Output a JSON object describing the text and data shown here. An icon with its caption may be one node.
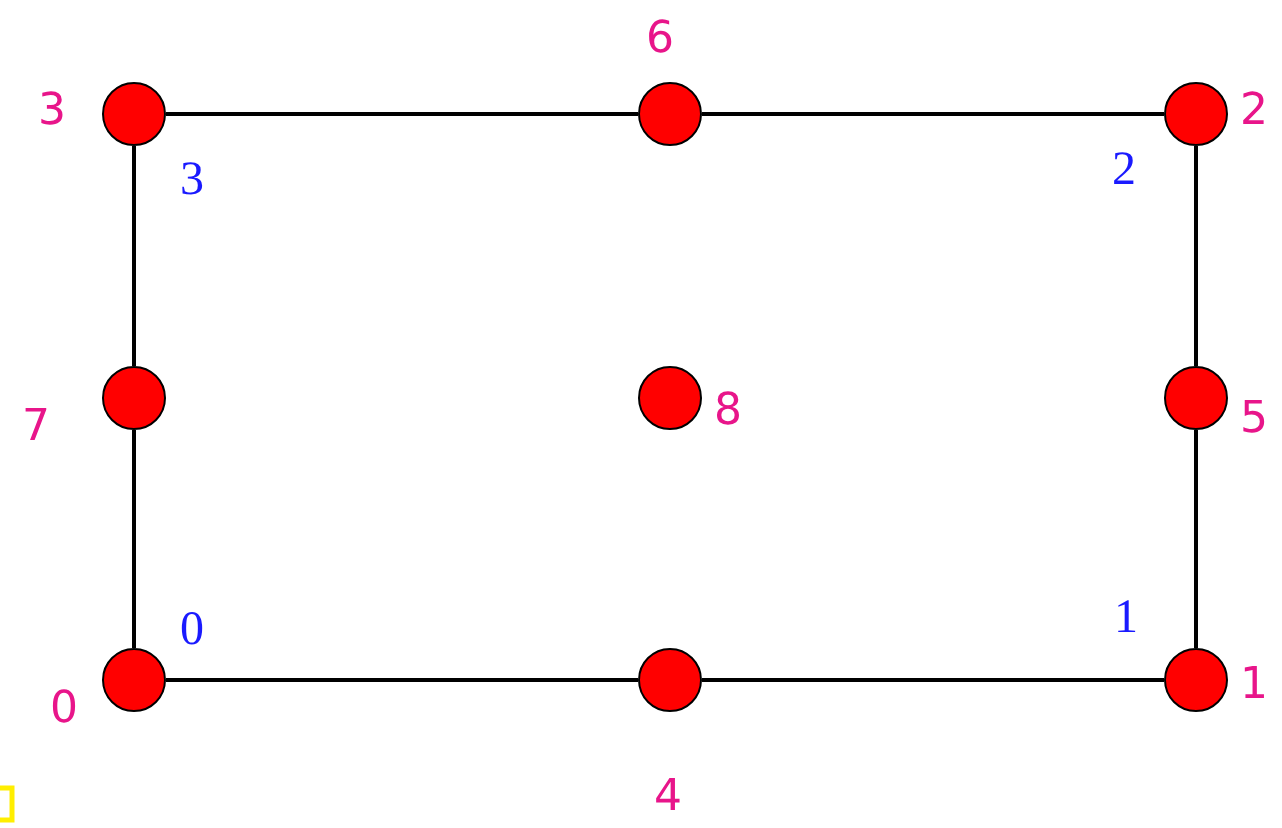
{
  "diagram": {
    "nodes": [
      {
        "text": [],
        "shape": "circle",
        "beside": [
          "3"
        ]
      },
      {
        "text": [],
        "shape": "circle",
        "beside": [
          "6"
        ]
      },
      {
        "text": [],
        "shape": "circle",
        "beside": [
          "2"
        ]
      },
      {
        "text": [],
        "shape": "circle",
        "beside": [
          "7"
        ]
      },
      {
        "text": [],
        "shape": "circle",
        "beside": [
          "8"
        ]
      },
      {
        "text": [],
        "shape": "circle",
        "beside": [
          "5"
        ]
      },
      {
        "text": [],
        "shape": "circle",
        "beside": [
          "0"
        ]
      },
      {
        "text": [],
        "shape": "circle",
        "beside": [
          "4"
        ]
      },
      {
        "text": [],
        "shape": "circle",
        "beside": [
          "1"
        ]
      }
    ],
    "edges": [
      {
        "from": 0,
        "to": 1,
        "arrow": "none"
      },
      {
        "from": 1,
        "to": 2,
        "arrow": "none"
      },
      {
        "from": 2,
        "to": 5,
        "arrow": "none"
      },
      {
        "from": 5,
        "to": 8,
        "arrow": "none"
      },
      {
        "from": 8,
        "to": 7,
        "arrow": "none"
      },
      {
        "from": 7,
        "to": 6,
        "arrow": "none"
      },
      {
        "from": 6,
        "to": 3,
        "arrow": "none"
      },
      {
        "from": 3,
        "to": 0,
        "arrow": "none"
      }
    ],
    "labels": [
      "3",
      "2",
      "0",
      "1"
    ]
  }
}
